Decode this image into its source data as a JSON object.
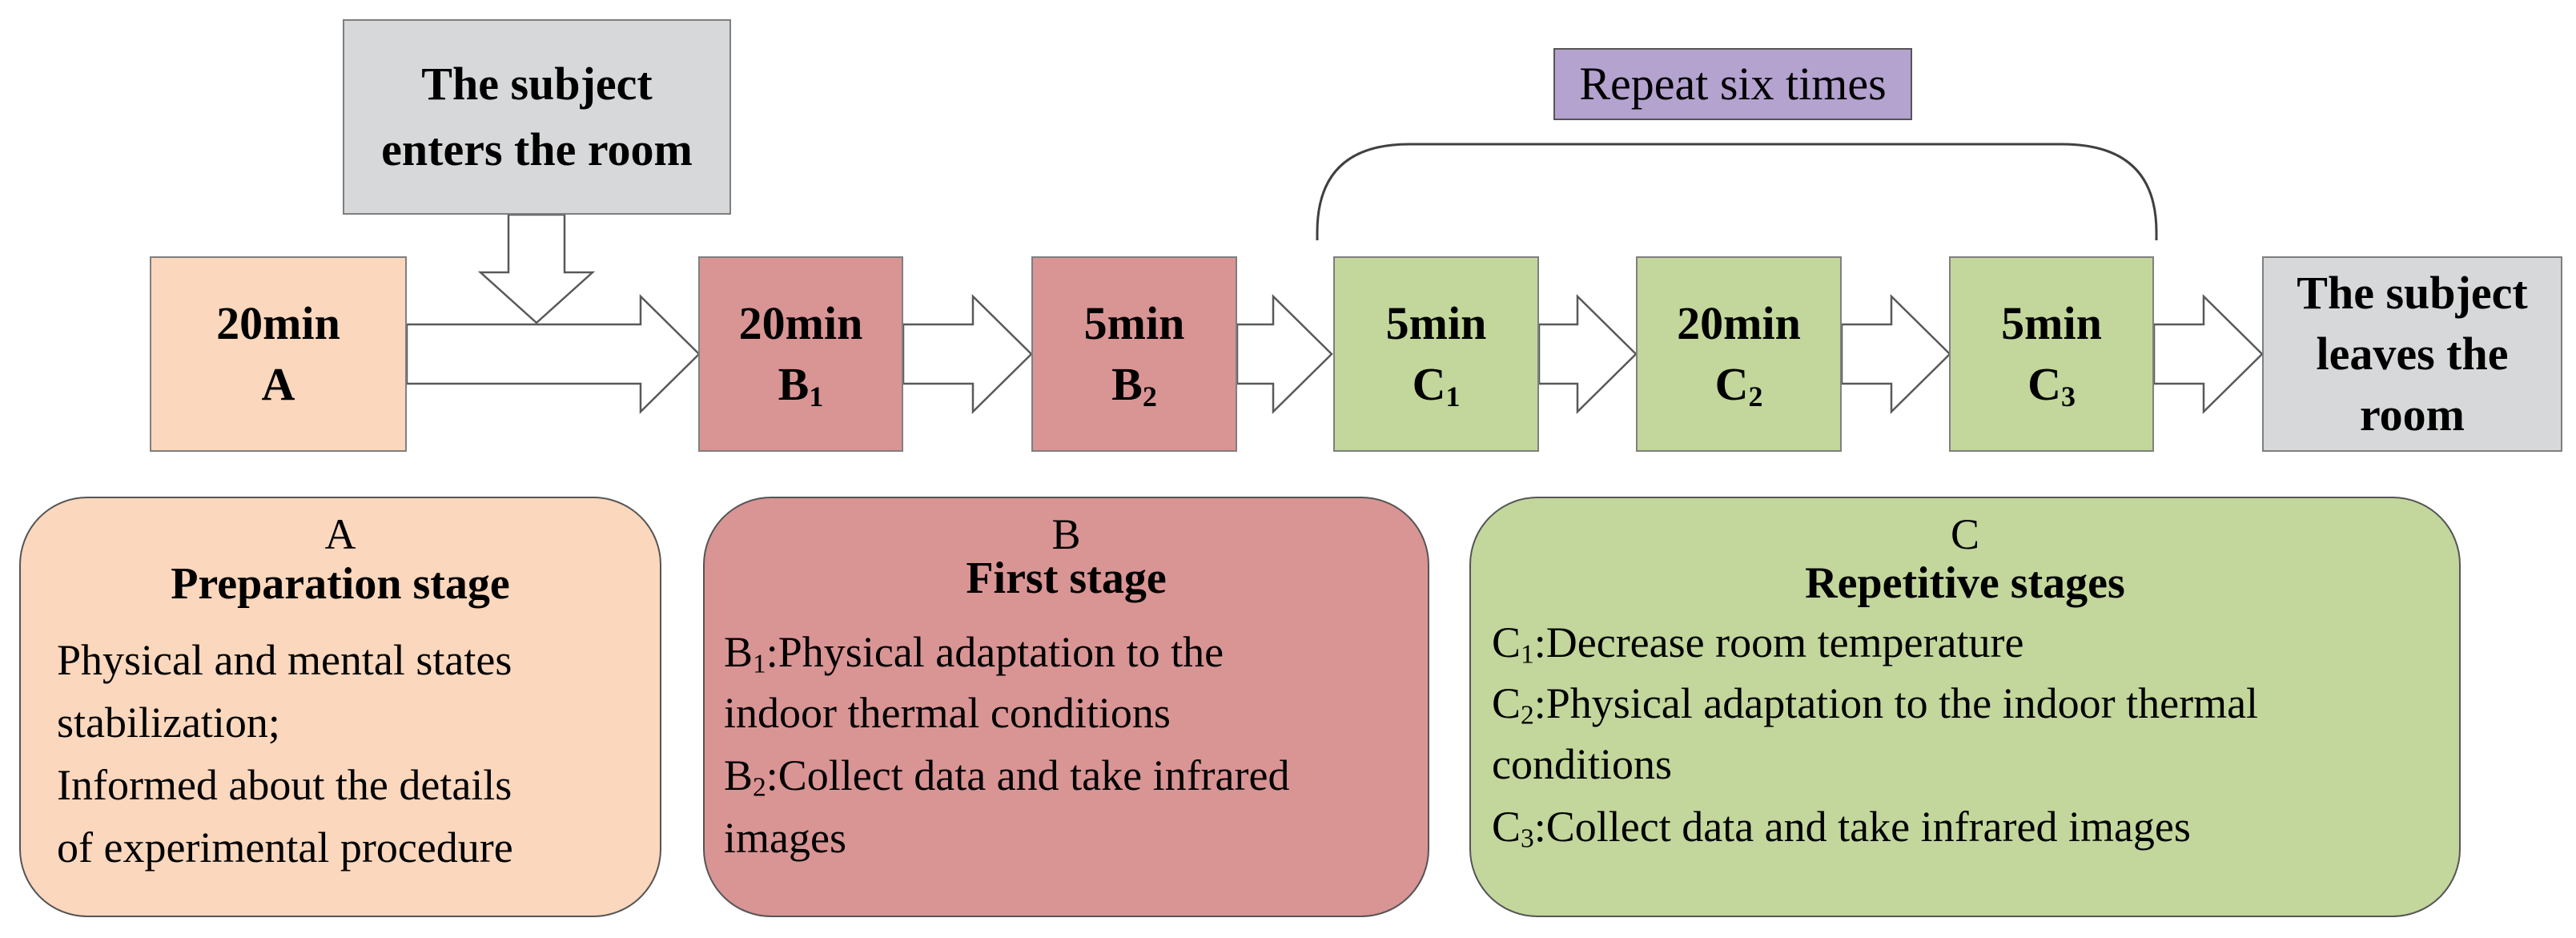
{
  "top_box": {
    "line1": "The subject",
    "line2": "enters the room"
  },
  "repeat_label": "Repeat six times",
  "boxes": {
    "A": {
      "time": "20min",
      "label": "A",
      "sub": ""
    },
    "B1": {
      "time": "20min",
      "label": "B",
      "sub": "1"
    },
    "B2": {
      "time": "5min",
      "label": "B",
      "sub": "2"
    },
    "C1": {
      "time": "5min",
      "label": "C",
      "sub": "1"
    },
    "C2": {
      "time": "20min",
      "label": "C",
      "sub": "2"
    },
    "C3": {
      "time": "5min",
      "label": "C",
      "sub": "3"
    }
  },
  "end_box": {
    "line1": "The subject",
    "line2": "leaves the",
    "line3": "room"
  },
  "panels": {
    "A": {
      "letter": "A",
      "title": "Preparation stage",
      "lines": [
        "Physical and mental states",
        "stabilization;",
        "Informed about the details",
        "of experimental procedure"
      ]
    },
    "B": {
      "letter": "B",
      "title": "First stage",
      "items": [
        {
          "prefix": "B",
          "sub": "1",
          "text": ":Physical adaptation to the",
          "cont": "indoor thermal conditions"
        },
        {
          "prefix": "B",
          "sub": "2",
          "text": ":Collect data and take infrared",
          "cont": "images"
        }
      ]
    },
    "C": {
      "letter": "C",
      "title": "Repetitive stages",
      "items": [
        {
          "prefix": "C",
          "sub": "1",
          "text": ":Decrease room temperature",
          "cont": ""
        },
        {
          "prefix": "C",
          "sub": "2",
          "text": ":Physical adaptation to the indoor thermal",
          "cont": "conditions"
        },
        {
          "prefix": "C",
          "sub": "3",
          "text": ":Collect data and take infrared images",
          "cont": ""
        }
      ]
    }
  },
  "colors": {
    "stage_a": "#fad7bd",
    "stage_b": "#d99494",
    "stage_c": "#c3d69c",
    "subject_box": "#d7d8da",
    "repeat_box": "#b4a2cf"
  }
}
